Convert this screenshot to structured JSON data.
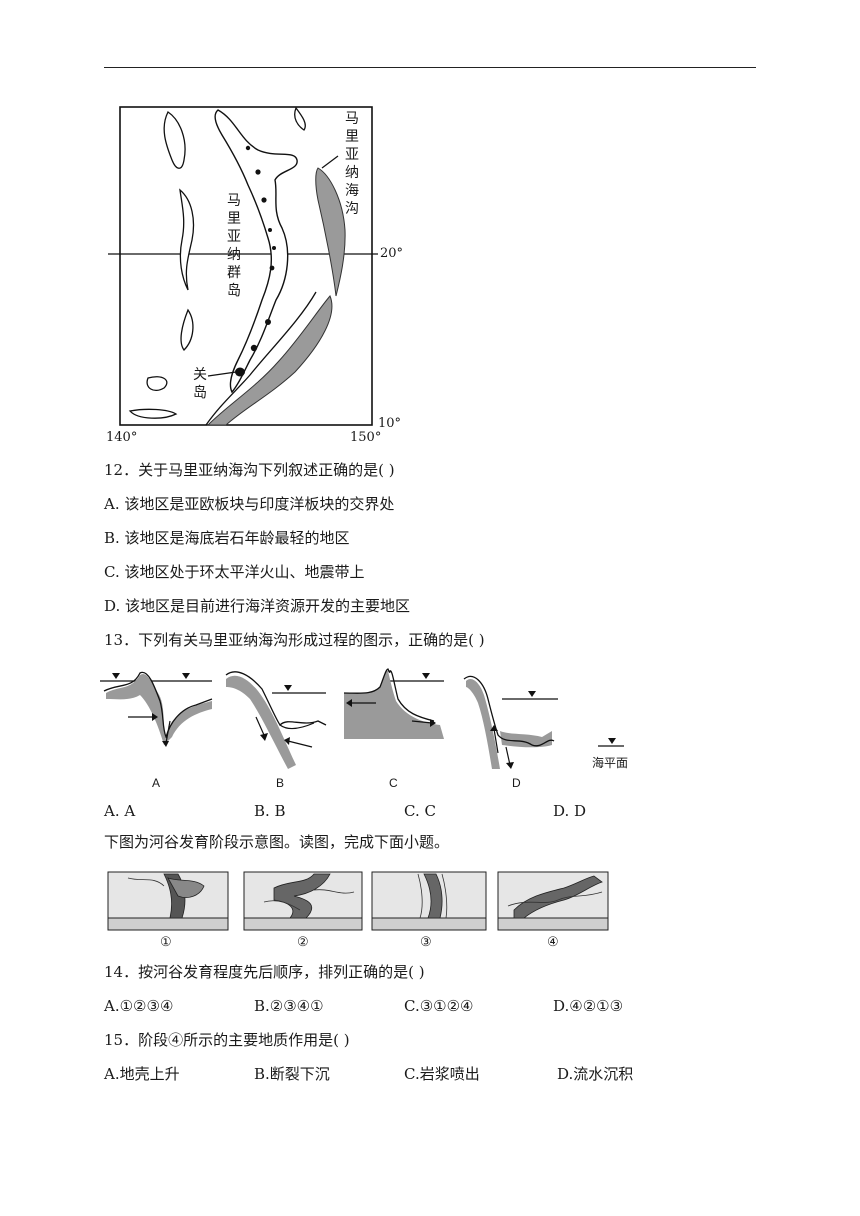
{
  "map": {
    "trench_label": "马里亚纳海沟",
    "islands_label": "马里亚纳群岛",
    "guam_label": "关岛",
    "lat_20": "20°",
    "lat_10": "10°",
    "lon_140": "140°",
    "lon_150": "150°"
  },
  "q12": {
    "stem": "12．关于马里亚纳海沟下列叙述正确的是( )",
    "options": [
      "A. 该地区是亚欧板块与印度洋板块的交界处",
      "B. 该地区是海底岩石年龄最轻的地区",
      "C. 该地区处于环太平洋火山、地震带上",
      "D. 该地区是目前进行海洋资源开发的主要地区"
    ]
  },
  "q13": {
    "stem": "13．下列有关马里亚纳海沟形成过程的图示，正确的是( )",
    "diagram_labels": [
      "A",
      "B",
      "C",
      "D"
    ],
    "legend": "海平面",
    "options": [
      "A. A",
      "B. B",
      "C. C",
      "D. D"
    ]
  },
  "intro": "下图为河谷发育阶段示意图。读图，完成下面小题。",
  "valley_labels": [
    "①",
    "②",
    "③",
    "④"
  ],
  "q14": {
    "stem": "14．按河谷发育程度先后顺序，排列正确的是( )",
    "options": [
      "A.①②③④",
      "B.②③④①",
      "C.③①②④",
      "D.④②①③"
    ]
  },
  "q15": {
    "stem": "15．阶段④所示的主要地质作用是( )",
    "options": [
      "A.地壳上升",
      "B.断裂下沉",
      "C.岩浆喷出",
      "D.流水沉积"
    ]
  }
}
